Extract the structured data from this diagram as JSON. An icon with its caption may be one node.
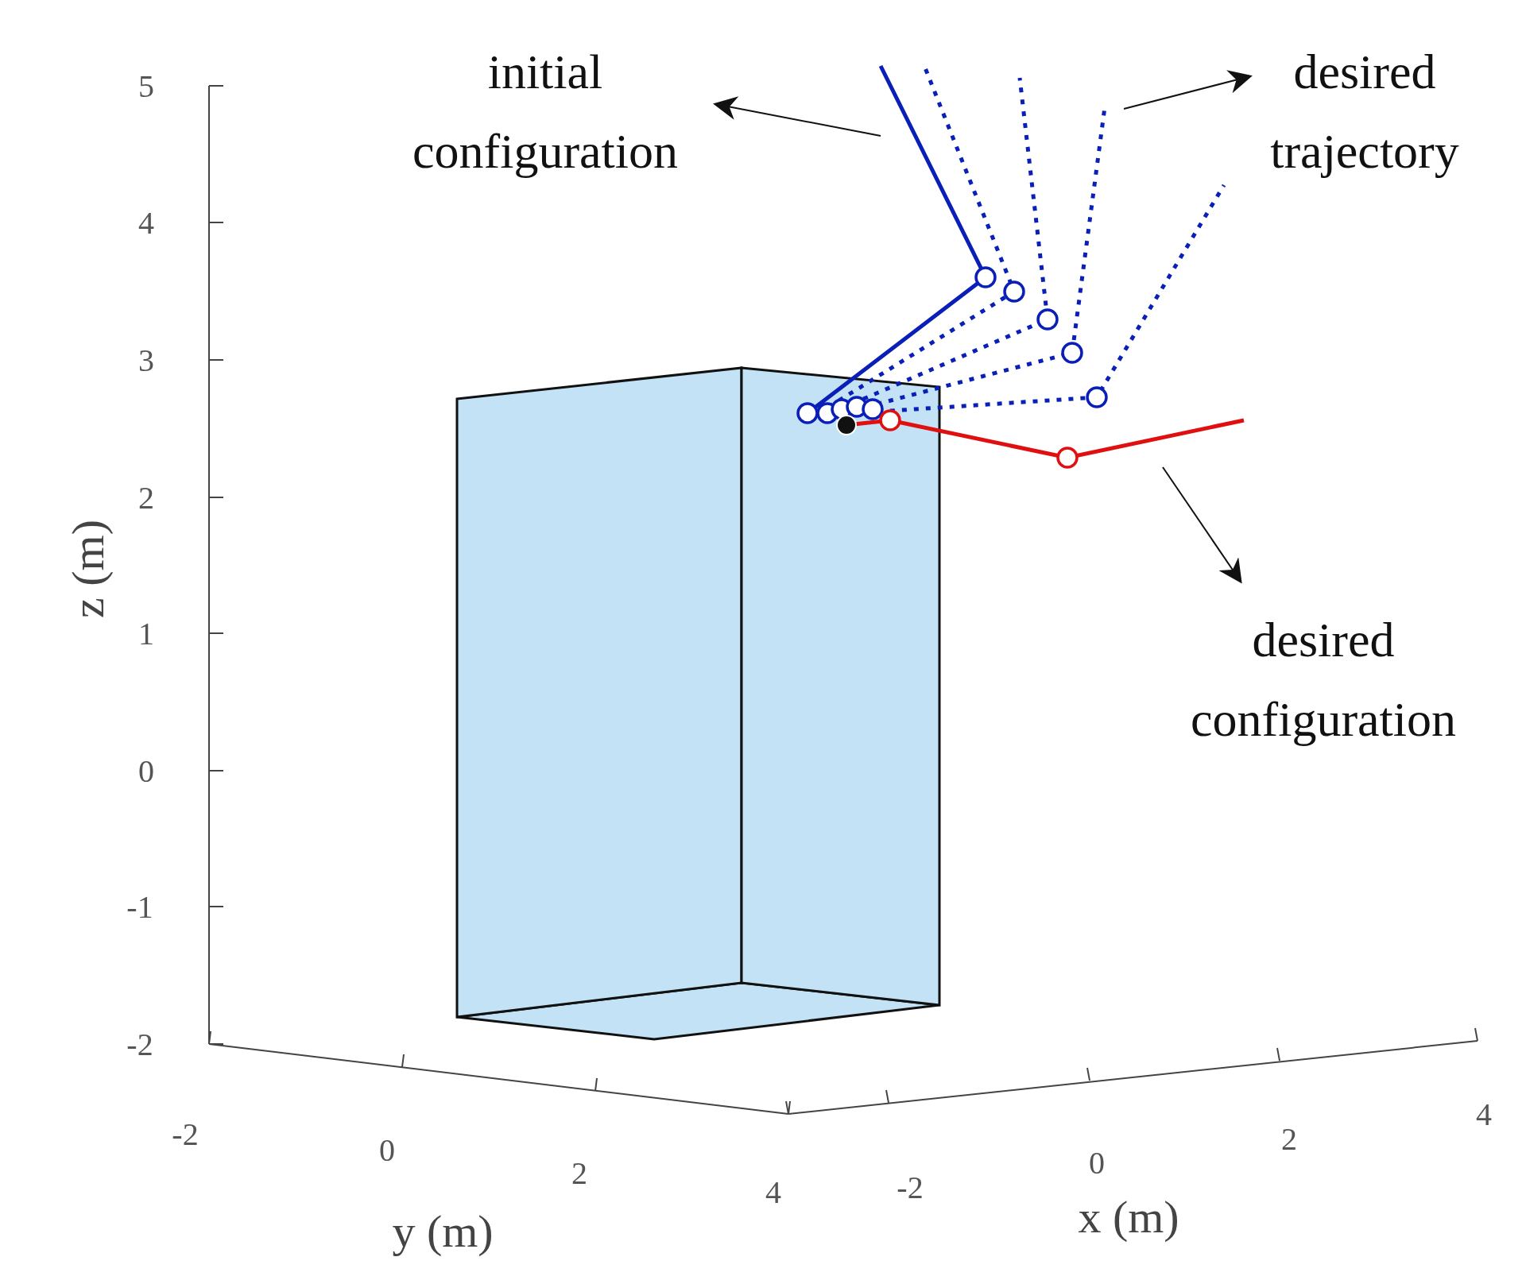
{
  "diagram": {
    "nodes": [
      {
        "text": [
          "initial configuration"
        ]
      },
      {
        "text": [
          "desired trajectory"
        ]
      },
      {
        "text": [
          "desired configuration"
        ]
      },
      {
        "text": [],
        "shape": "line"
      },
      {
        "text": [],
        "shape": "line"
      },
      {
        "text": [],
        "shape": "line"
      }
    ],
    "edges": [
      {
        "from": 3,
        "to": 0,
        "arrow": "to"
      },
      {
        "from": 4,
        "to": 1,
        "arrow": "to"
      },
      {
        "from": 5,
        "to": 2,
        "arrow": "to"
      }
    ],
    "labels": [
      "5",
      "4",
      "3",
      "2",
      "1",
      "0",
      "-1",
      "-2",
      "z (m)",
      "-2",
      "0",
      "2",
      "4",
      "y (m)",
      "-2",
      "0",
      "2",
      "4",
      "x (m)"
    ]
  }
}
